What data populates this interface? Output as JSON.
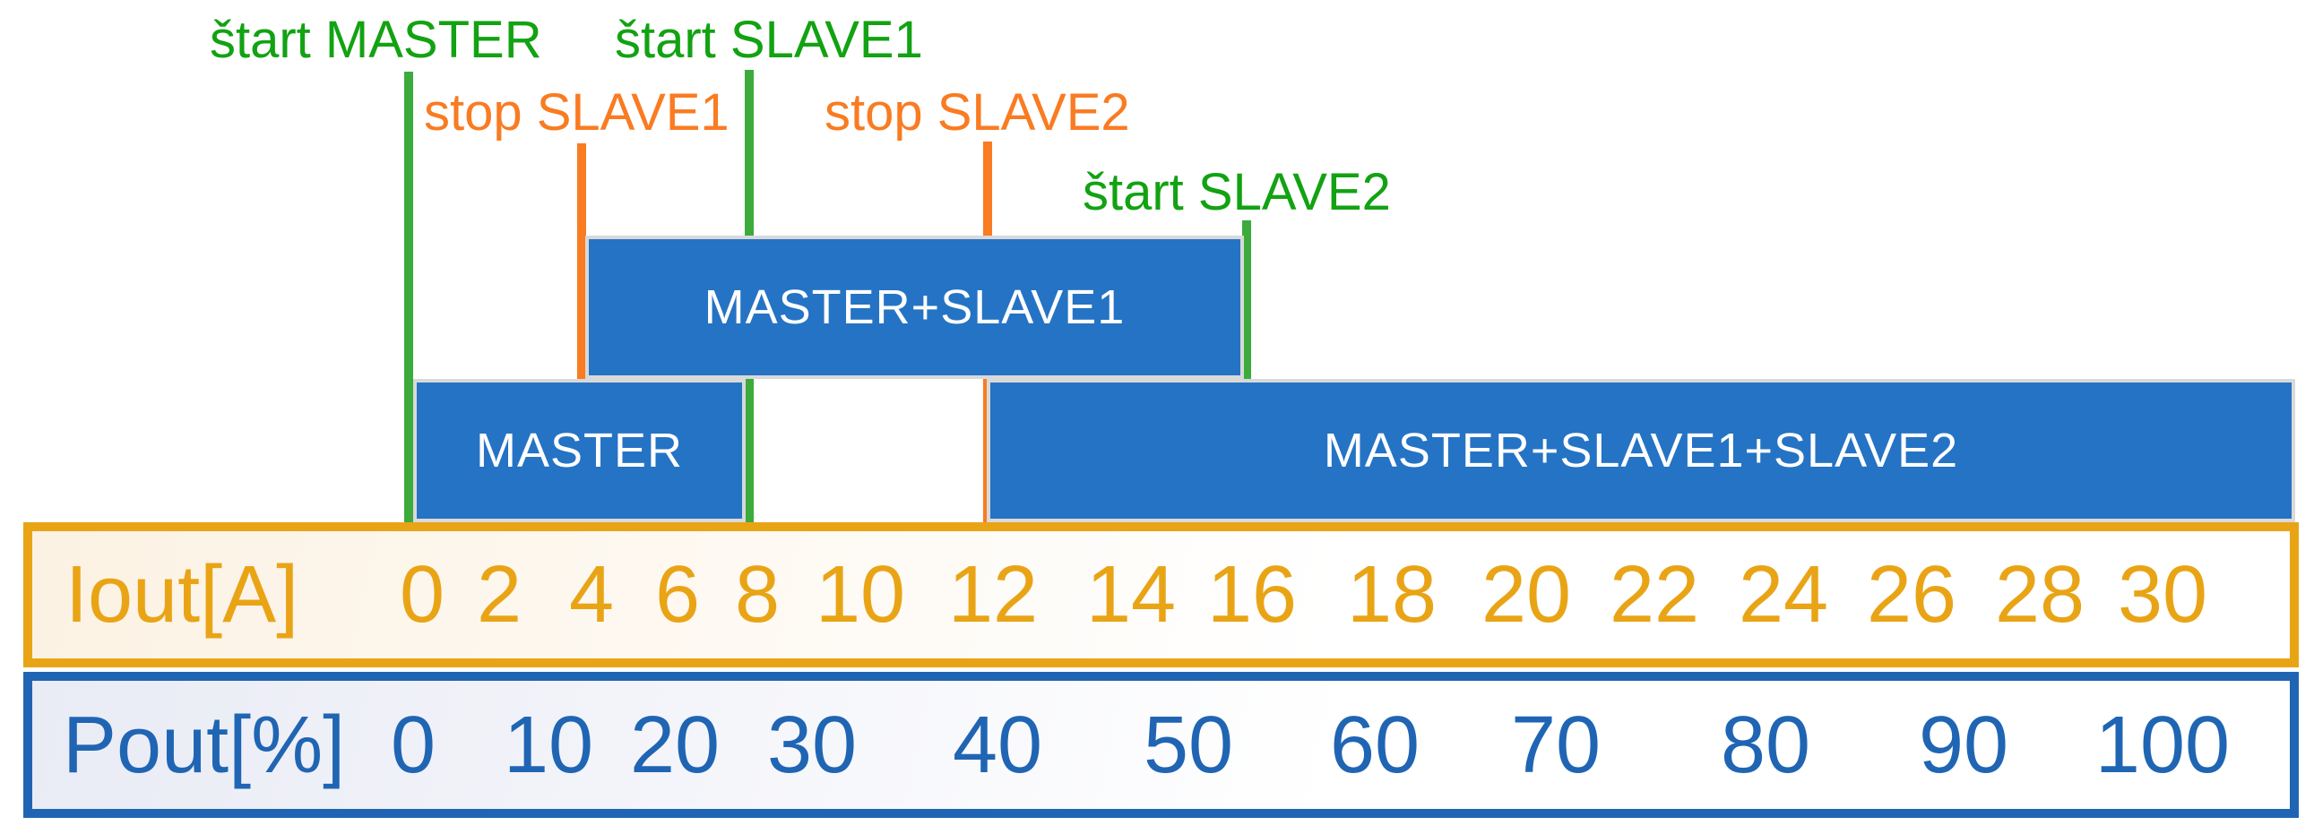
{
  "palette": {
    "bar-blue": "#2573C4",
    "bar-border": "#D9D9D9",
    "bar-text": "#FFFFFF",
    "green-text": "#12A212",
    "green-line": "#3CAB3C",
    "orange": "#F97B22",
    "amber": "#E9A416",
    "iout-fill": "#FCF2E3",
    "pout-blue": "#2065B3",
    "pout-fill": "#E9EBF5"
  },
  "events": [
    {
      "id": "start-master",
      "label": "štart MASTER",
      "type": "start",
      "at_iout_a": 0
    },
    {
      "id": "stop-slave1",
      "label": "stop SLAVE1",
      "type": "stop",
      "at_iout_a": 4
    },
    {
      "id": "start-slave1",
      "label": "štart SLAVE1",
      "type": "start",
      "at_iout_a": 8
    },
    {
      "id": "stop-slave2",
      "label": "stop SLAVE2",
      "type": "stop",
      "at_iout_a": 12
    },
    {
      "id": "start-slave2",
      "label": "štart SLAVE2",
      "type": "start",
      "at_iout_a": 16
    }
  ],
  "bars": [
    {
      "id": "master-slave1",
      "label": "MASTER+SLAVE1",
      "iout_range_a": [
        4,
        16
      ]
    },
    {
      "id": "master",
      "label": "MASTER",
      "iout_range_a": [
        0,
        8
      ]
    },
    {
      "id": "master-slave1-slave2",
      "label": "MASTER+SLAVE1+SLAVE2",
      "iout_range_a": [
        12,
        30
      ]
    }
  ],
  "iout_axis": {
    "caption": "Iout[A]",
    "ticks": [
      "0",
      "2",
      "4",
      "6",
      "8",
      "10",
      "12",
      "14",
      "16",
      "18",
      "20",
      "22",
      "24",
      "26",
      "28",
      "30"
    ]
  },
  "pout_axis": {
    "caption": "Pout[%]",
    "ticks": [
      "0",
      "10",
      "20",
      "30",
      "40",
      "50",
      "60",
      "70",
      "80",
      "90",
      "100"
    ]
  }
}
